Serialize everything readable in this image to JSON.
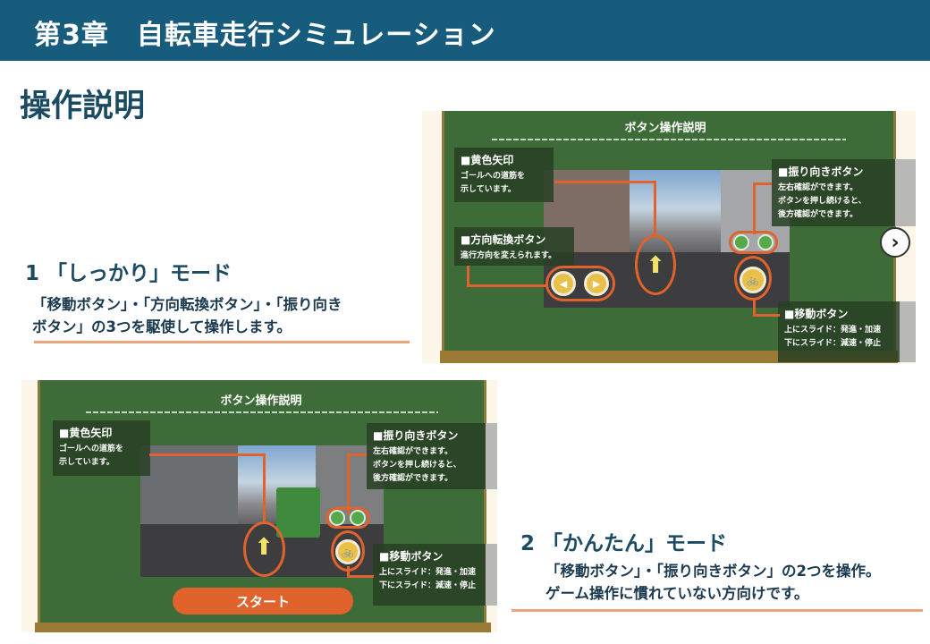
{
  "header": {
    "title": "第3章　自転車走行シミュレーション"
  },
  "page_title": "操作説明",
  "mode1": {
    "heading": "1 「しっかり」モード",
    "desc_line1": "「移動ボタン」・「方向転換ボタン」・「振り向き",
    "desc_line2": "ボタン」の3つを駆使して操作します。"
  },
  "mode2": {
    "heading": "2 「かんたん」モード",
    "desc_line1": "「移動ボタン」・「振り向きボタン」の2つを操作。",
    "desc_line2": "ゲーム操作に慣れていない方向けです。"
  },
  "screen1": {
    "title": "ボタン操作説明",
    "yellow_arrow": {
      "title": "■黄色矢印",
      "line1": "ゴールへの道筋を",
      "line2": "示しています。"
    },
    "turn_button": {
      "title": "■方向転換ボタン",
      "line1": "進行方向を変えられます。"
    },
    "look_button": {
      "title": "■振り向きボタン",
      "line1": "左右確認ができます。",
      "line2": "ボタンを押し続けると、",
      "line3": "後方確認ができます。"
    },
    "move_button": {
      "title": "■移動ボタン",
      "line1": "上にスライド：発進・加速",
      "line2": "下にスライド：減速・停止"
    },
    "next_icon": "›"
  },
  "screen2": {
    "title": "ボタン操作説明",
    "yellow_arrow": {
      "title": "■黄色矢印",
      "line1": "ゴールへの道筋を",
      "line2": "示しています。"
    },
    "look_button": {
      "title": "■振り向きボタン",
      "line1": "左右確認ができます。",
      "line2": "ボタンを押し続けると、",
      "line3": "後方確認ができます。"
    },
    "move_button": {
      "title": "■移動ボタン",
      "line1": "上にスライド：発進・加速",
      "line2": "下にスライド：減速・停止"
    },
    "start_label": "スタート"
  },
  "colors": {
    "header": "#175c7d",
    "board": "#3e6c38",
    "accent": "#e0622c"
  }
}
